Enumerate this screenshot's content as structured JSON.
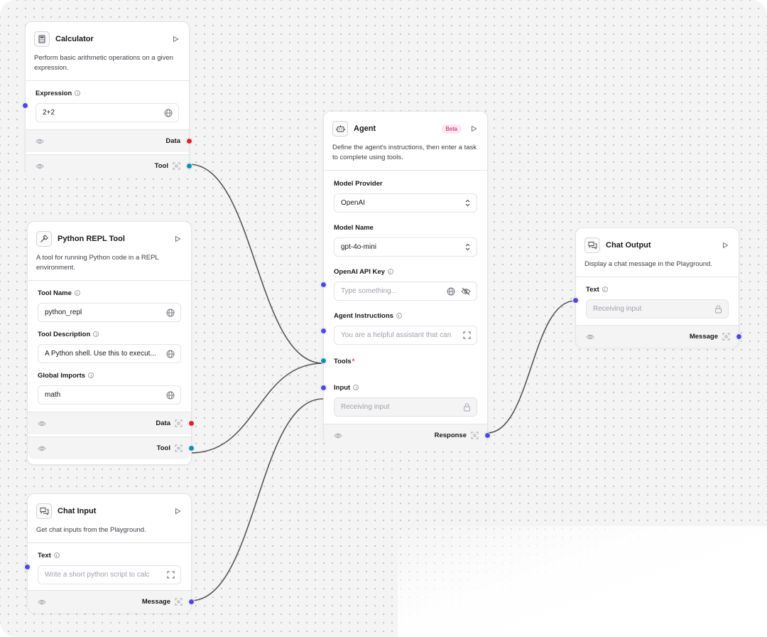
{
  "colors": {
    "handle_blue": "#4f46e5",
    "handle_red": "#dc2626",
    "handle_teal": "#0891b2",
    "beta_badge": "#fce7f3"
  },
  "nodes": {
    "calculator": {
      "title": "Calculator",
      "icon": "calculator-icon",
      "description": "Perform basic arithmetic operations on a given expression.",
      "expression_label": "Expression",
      "expression_value": "2+2",
      "output_data": "Data",
      "output_tool": "Tool"
    },
    "python_repl": {
      "title": "Python REPL Tool",
      "icon": "hammer-icon",
      "description": "A tool for running Python code in a REPL environment.",
      "tool_name_label": "Tool Name",
      "tool_name_value": "python_repl",
      "tool_description_label": "Tool Description",
      "tool_description_value": "A Python shell. Use this to execut...",
      "global_imports_label": "Global Imports",
      "global_imports_value": "math",
      "output_data": "Data",
      "output_tool": "Tool"
    },
    "chat_input": {
      "title": "Chat Input",
      "icon": "chat-bubbles-icon",
      "description": "Get chat inputs from the Playground.",
      "text_label": "Text",
      "text_placeholder": "Write a short python script to calc",
      "output_message": "Message"
    },
    "agent": {
      "title": "Agent",
      "icon": "bot-icon",
      "badge": "Beta",
      "description": "Define the agent's instructions, then enter a task to complete using tools.",
      "model_provider_label": "Model Provider",
      "model_provider_value": "OpenAI",
      "model_name_label": "Model Name",
      "model_name_value": "gpt-4o-mini",
      "api_key_label": "OpenAI API Key",
      "api_key_placeholder": "Type something...",
      "instructions_label": "Agent Instructions",
      "instructions_value": "You are a helpful assistant that can",
      "tools_label": "Tools",
      "tools_required": "*",
      "input_label": "Input",
      "input_value": "Receiving input",
      "output_response": "Response"
    },
    "chat_output": {
      "title": "Chat Output",
      "icon": "chat-bubbles-icon",
      "description": "Display a chat message in the Playground.",
      "text_label": "Text",
      "text_value": "Receiving input",
      "output_message": "Message"
    }
  }
}
